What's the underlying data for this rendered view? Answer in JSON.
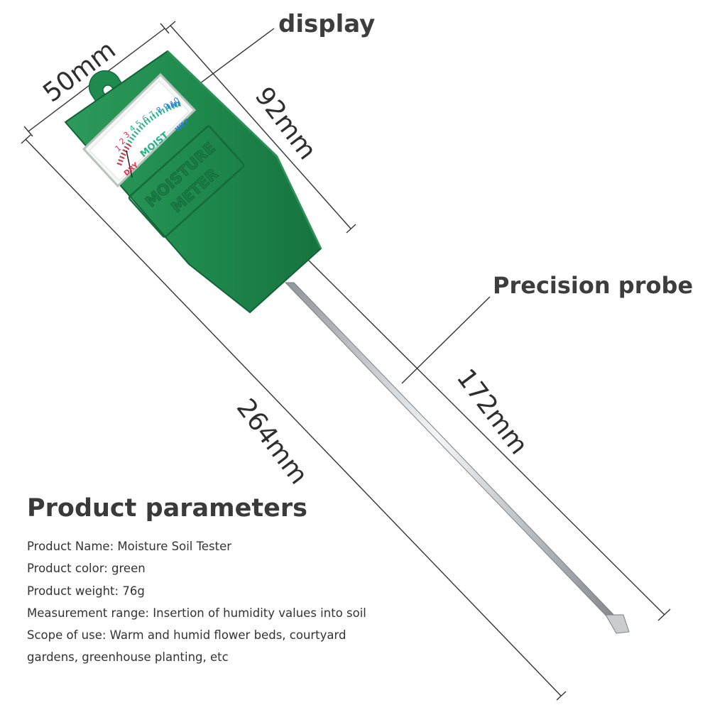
{
  "callouts": {
    "display": "display",
    "probe": "Precision probe"
  },
  "dimensions": {
    "width": "50mm",
    "head_length": "92mm",
    "total_length": "264mm",
    "probe_length": "172mm"
  },
  "meter": {
    "scale_numbers": [
      "1",
      "2",
      "3",
      "4",
      "5",
      "6",
      "7",
      "8",
      "9",
      "10"
    ],
    "dry_label": "DRY",
    "moist_label": "MOIST",
    "wet_label": "WET",
    "embossed_line1": "MOISTURE",
    "embossed_line2": "METER",
    "body_color": "#1f8a4e",
    "dry_color": "#e0304a",
    "moist_color": "#23b487",
    "wet_color": "#2f7fd6"
  },
  "parameters": {
    "title": "Product parameters",
    "lines": [
      "Product Name: Moisture Soil Tester",
      "Product color: green",
      "Product weight: 76g",
      "Measurement range: Insertion of humidity values into soil",
      "Scope of use: Warm and humid flower beds, courtyard",
      "gardens, greenhouse planting, etc"
    ]
  }
}
